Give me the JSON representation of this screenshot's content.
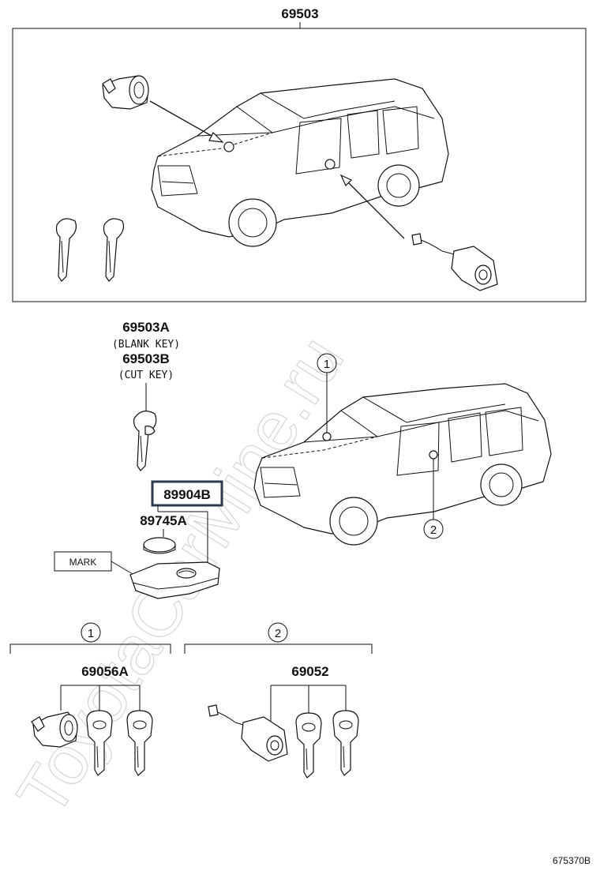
{
  "watermark": "ToyotaCarMine.ru",
  "kit": {
    "part_no": "69503"
  },
  "key_blanks": {
    "blank_part": "69503A",
    "blank_note": "(BLANK KEY)",
    "cut_part": "69503B",
    "cut_note": "(CUT KEY)"
  },
  "remote": {
    "highlighted_part": "89904B",
    "battery_part": "89745A",
    "mark_label": "MARK"
  },
  "locations": {
    "one": "1",
    "two": "2"
  },
  "group_one": {
    "callout": "1",
    "part_no": "69056A"
  },
  "group_two": {
    "callout": "2",
    "part_no": "69052"
  },
  "illustration_code": "675370B",
  "colors": {
    "line": "#111111",
    "highlight_box": "#2b3a4d",
    "watermark": "#d8d8d8"
  }
}
